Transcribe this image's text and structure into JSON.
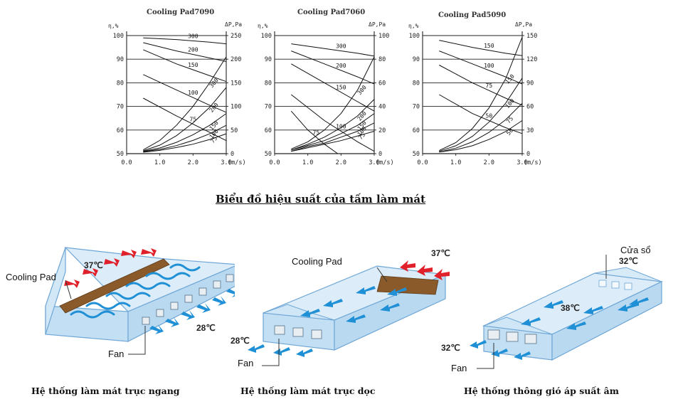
{
  "chart_data": [
    {
      "type": "line",
      "title": "Cooling Pad7090",
      "ylabel": "η,%",
      "y2label": "ΔP,Pa",
      "xlabel": "(m/s)",
      "xlim": [
        0,
        3
      ],
      "ylim": [
        50,
        100
      ],
      "y2lim": [
        0,
        250
      ],
      "xticks": [
        "0.0",
        "1.0",
        "2.0",
        "3.0"
      ],
      "yticks": [
        "50",
        "60",
        "70",
        "80",
        "90",
        "100"
      ],
      "y2ticks": [
        "0",
        "50",
        "100",
        "150",
        "200",
        "250"
      ],
      "grid": "horizontal",
      "efficiency_series": [
        {
          "name": "300",
          "x": [
            0.5,
            1.5,
            2.5,
            3.0
          ],
          "y": [
            99,
            98.3,
            97.2,
            96.5
          ]
        },
        {
          "name": "200",
          "x": [
            0.5,
            1.5,
            2.5,
            3.0
          ],
          "y": [
            97,
            93.5,
            90.5,
            89
          ]
        },
        {
          "name": "150",
          "x": [
            0.5,
            1.5,
            2.5,
            3.0
          ],
          "y": [
            94,
            88,
            83,
            80.5
          ]
        },
        {
          "name": "100",
          "x": [
            0.5,
            1.5,
            2.5,
            3.0
          ],
          "y": [
            83.5,
            77,
            70.5,
            67.5
          ]
        },
        {
          "name": "75",
          "x": [
            0.5,
            1.5,
            2.5,
            3.0
          ],
          "y": [
            73.5,
            66,
            59,
            55.5
          ]
        }
      ],
      "pressure_series": [
        {
          "name": "300",
          "x": [
            0.5,
            1.0,
            1.5,
            2.0,
            2.5,
            3.0
          ],
          "y": [
            8,
            28,
            60,
            100,
            150,
            205
          ]
        },
        {
          "name": "200",
          "x": [
            0.5,
            1.0,
            1.5,
            2.0,
            2.5,
            3.0
          ],
          "y": [
            6,
            18,
            38,
            65,
            98,
            140
          ]
        },
        {
          "name": "150",
          "x": [
            0.5,
            1.0,
            1.5,
            2.0,
            2.5,
            3.0
          ],
          "y": [
            5,
            12,
            24,
            40,
            60,
            85
          ]
        },
        {
          "name": "100",
          "x": [
            0.5,
            1.0,
            1.5,
            2.0,
            2.5,
            3.0
          ],
          "y": [
            4,
            9,
            17,
            28,
            42,
            60
          ]
        },
        {
          "name": "75",
          "x": [
            0.5,
            1.0,
            1.5,
            2.0,
            2.5,
            3.0
          ],
          "y": [
            3,
            7,
            13,
            20,
            30,
            42
          ]
        }
      ]
    },
    {
      "type": "line",
      "title": "Cooling Pad7060",
      "ylabel": "η,%",
      "y2label": "ΔP,Pa",
      "xlabel": "(m/s)",
      "xlim": [
        0,
        3
      ],
      "ylim": [
        50,
        100
      ],
      "y2lim": [
        0,
        100
      ],
      "xticks": [
        "0.0",
        "1.0",
        "2.0",
        "3.0"
      ],
      "yticks": [
        "50",
        "60",
        "70",
        "80",
        "90",
        "100"
      ],
      "y2ticks": [
        "0",
        "20",
        "40",
        "60",
        "80",
        "100"
      ],
      "grid": "horizontal",
      "efficiency_series": [
        {
          "name": "300",
          "x": [
            0.5,
            1.5,
            2.5,
            3.0
          ],
          "y": [
            96.5,
            94.5,
            92.5,
            91.3
          ]
        },
        {
          "name": "200",
          "x": [
            0.5,
            1.5,
            2.5,
            3.0
          ],
          "y": [
            93.5,
            88,
            82.5,
            79.5
          ]
        },
        {
          "name": "150",
          "x": [
            0.5,
            1.5,
            2.5,
            3.0
          ],
          "y": [
            88,
            80,
            72,
            68
          ]
        },
        {
          "name": "100",
          "x": [
            0.5,
            1.5,
            2.5,
            3.0
          ],
          "y": [
            75,
            64,
            55,
            51
          ]
        },
        {
          "name": "75",
          "x": [
            0.5,
            1.0,
            1.5,
            1.9
          ],
          "y": [
            68,
            60,
            54,
            50
          ]
        }
      ],
      "pressure_series": [
        {
          "name": "300",
          "x": [
            0.5,
            1.0,
            1.5,
            2.0,
            2.5,
            3.0
          ],
          "y": [
            4,
            10,
            20,
            34,
            54,
            82
          ]
        },
        {
          "name": "200",
          "x": [
            0.5,
            1.0,
            1.5,
            2.0,
            2.5,
            3.0
          ],
          "y": [
            3,
            8,
            14,
            22,
            32,
            46
          ]
        },
        {
          "name": "150",
          "x": [
            0.5,
            1.0,
            1.5,
            2.0,
            2.5,
            3.0
          ],
          "y": [
            3,
            7,
            11,
            17,
            24,
            34
          ]
        },
        {
          "name": "100",
          "x": [
            0.5,
            1.0,
            1.5,
            2.0,
            2.5,
            3.0
          ],
          "y": [
            2,
            6,
            9,
            14,
            19,
            26
          ]
        },
        {
          "name": "75",
          "x": [
            0.5,
            1.0,
            1.5,
            2.0,
            2.5,
            3.0
          ],
          "y": [
            2,
            5,
            8,
            11,
            15,
            19
          ]
        }
      ]
    },
    {
      "type": "line",
      "title": "Cooling Pad5090",
      "ylabel": "η,%",
      "y2label": "ΔP,Pa",
      "xlabel": "(m/s)",
      "xlim": [
        0,
        3
      ],
      "ylim": [
        50,
        100
      ],
      "y2lim": [
        0,
        150
      ],
      "xticks": [
        "0.0",
        "1.0",
        "2.0",
        "3.0"
      ],
      "yticks": [
        "50",
        "60",
        "70",
        "80",
        "90",
        "100"
      ],
      "y2ticks": [
        "0",
        "30",
        "60",
        "90",
        "120",
        "150"
      ],
      "grid": "horizontal",
      "efficiency_series": [
        {
          "name": "150",
          "x": [
            0.5,
            1.5,
            2.5,
            3.0
          ],
          "y": [
            98,
            95,
            92.5,
            91.5
          ]
        },
        {
          "name": "100",
          "x": [
            0.5,
            1.5,
            2.5,
            3.0
          ],
          "y": [
            93.5,
            88,
            82.5,
            79.5
          ]
        },
        {
          "name": "75",
          "x": [
            0.5,
            1.5,
            2.5,
            3.0
          ],
          "y": [
            87.5,
            80,
            73.5,
            70.5
          ]
        },
        {
          "name": "50",
          "x": [
            0.5,
            1.5,
            2.5,
            3.0
          ],
          "y": [
            75,
            67,
            61,
            58.5
          ]
        }
      ],
      "pressure_series": [
        {
          "name": "150",
          "x": [
            0.5,
            1.0,
            1.5,
            2.0,
            2.5,
            3.0
          ],
          "y": [
            4,
            14,
            32,
            58,
            95,
            148
          ]
        },
        {
          "name": "100",
          "x": [
            0.5,
            1.0,
            1.5,
            2.0,
            2.5,
            3.0
          ],
          "y": [
            3,
            10,
            22,
            40,
            64,
            96
          ]
        },
        {
          "name": "75",
          "x": [
            0.5,
            1.0,
            1.5,
            2.0,
            2.5,
            3.0
          ],
          "y": [
            2,
            7,
            15,
            27,
            43,
            64
          ]
        },
        {
          "name": "50",
          "x": [
            0.5,
            1.0,
            1.5,
            2.0,
            2.5,
            3.0
          ],
          "y": [
            2,
            5,
            10,
            18,
            28,
            42
          ]
        }
      ]
    }
  ],
  "heading": "Biểu đồ hiệu suất của tấm làm mát",
  "diagrams": {
    "horizontal": {
      "caption": "Hệ thống làm mát trục ngang",
      "pad_label": "Cooling Pad",
      "fan_label": "Fan",
      "temp_in": "37℃",
      "temp_out": "28℃"
    },
    "longitudinal": {
      "caption": "Hệ thống làm mát trục dọc",
      "pad_label": "Cooling Pad",
      "fan_label": "Fan",
      "temp_in": "37℃",
      "temp_out": "28℃"
    },
    "negative": {
      "caption": "Hệ thống thông gió áp suất âm",
      "window_label": "Cửa sổ",
      "fan_label": "Fan",
      "temp_window": "32℃",
      "temp_inside": "38℃",
      "temp_out": "32℃"
    }
  },
  "colors": {
    "house_fill": "#cfe6f7",
    "house_stroke": "#6ea6d6",
    "pad": "#8a5a2b",
    "hot_arrow": "#e0202a",
    "air_arrow": "#1f8fd6"
  }
}
